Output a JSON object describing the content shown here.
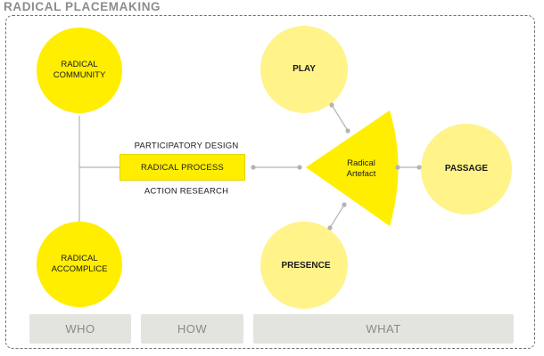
{
  "title": "RADICAL PLACEMAKING",
  "who": {
    "community": "RADICAL\nCOMMUNITY",
    "accomplice": "RADICAL\nACCOMPLICE"
  },
  "how": {
    "top_label": "PARTICIPATORY DESIGN",
    "process": "RADICAL PROCESS",
    "bottom_label": "ACTION RESEARCH"
  },
  "what": {
    "artefact": "Radical\nArtefact",
    "play": "PLAY",
    "presence": "PRESENCE",
    "passage": "PASSAGE"
  },
  "columns": {
    "who": "WHO",
    "how": "HOW",
    "what": "WHAT"
  },
  "colors": {
    "strong_yellow": "#ffee00",
    "pale_yellow": "#fff38a",
    "connector": "#b3b3b3",
    "column_bg": "#e4e4df"
  }
}
